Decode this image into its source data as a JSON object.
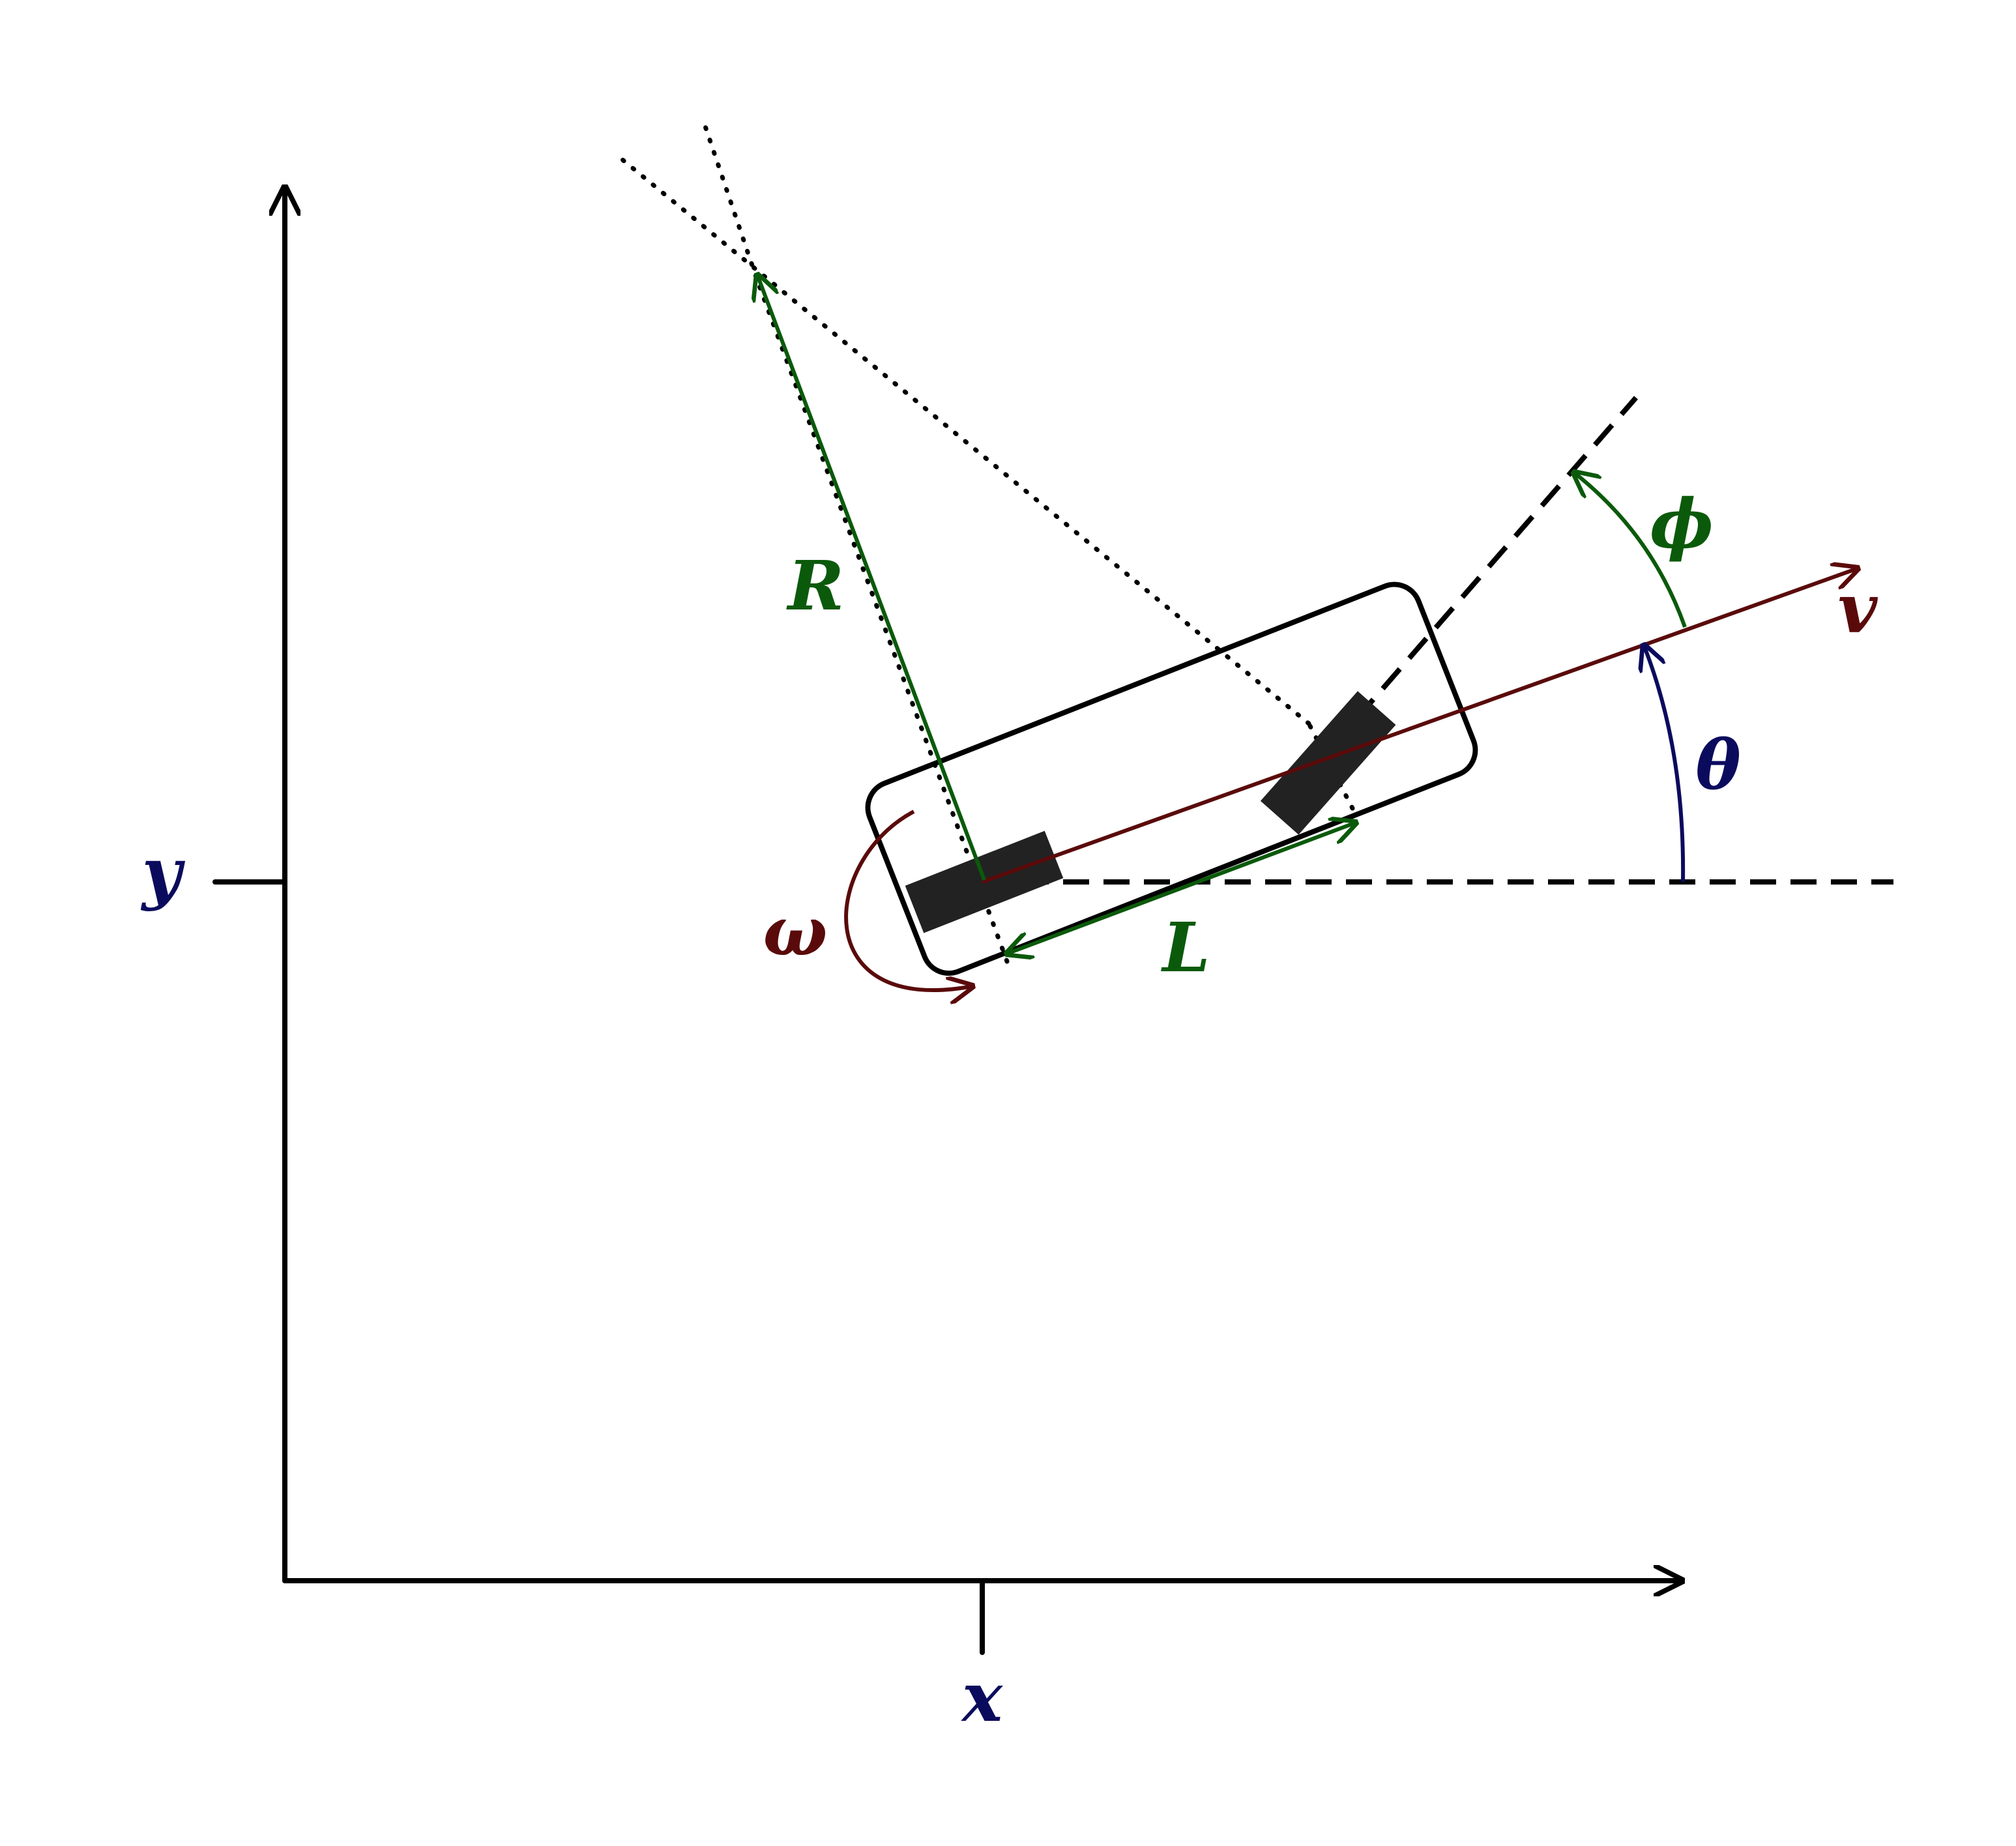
{
  "labels": {
    "x": "x",
    "y": "y",
    "R": "R",
    "L": "L",
    "omega": "ω",
    "v": "v",
    "theta": "θ",
    "phi": "ϕ"
  },
  "colors": {
    "axis": "#000000",
    "coordinate_label": "#0b0b5e",
    "geometry": "#0b5a0b",
    "motion": "#5a0a0a",
    "wheel": "#222222"
  }
}
